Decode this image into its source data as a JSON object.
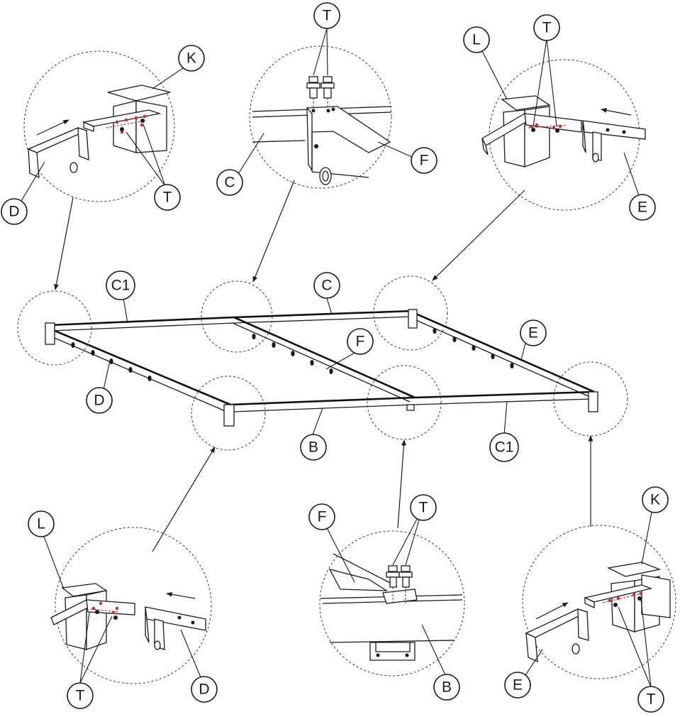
{
  "labels": {
    "K_top": "K",
    "T_topleft": "T",
    "D_topleft": "D",
    "T_topcenter": "T",
    "C_topcenter": "C",
    "F_topcenter": "F",
    "L_topright": "L",
    "T_topright": "T",
    "E_topright": "E",
    "C1_left": "C1",
    "C_mid": "C",
    "F_mid": "F",
    "E_mid": "E",
    "D_mid": "D",
    "B_mid": "B",
    "C1_right": "C1",
    "L_bottomleft": "L",
    "T_bottomleft": "T",
    "D_bottomleft": "D",
    "F_bottomcenter": "F",
    "T_bottomcenter": "T",
    "B_bottomcenter": "B",
    "K_bottomright": "K",
    "E_bottomright": "E",
    "T_bottomright": "T"
  },
  "colors": {
    "line": "#1a1a1a",
    "fastener_highlight": "#d0302a"
  }
}
